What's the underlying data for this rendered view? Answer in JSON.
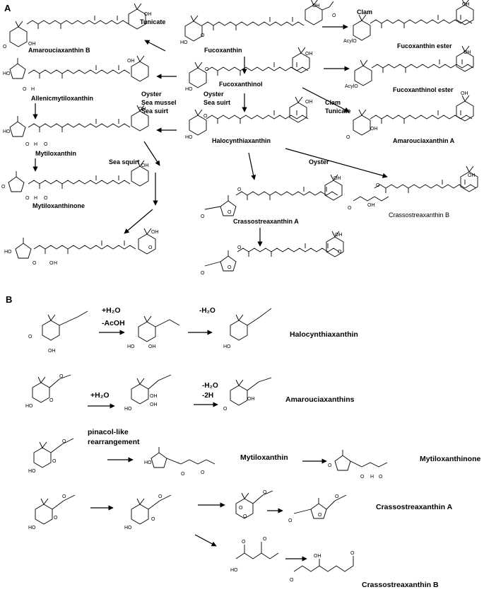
{
  "panels": {
    "a": "A",
    "b": "B"
  },
  "compounds": {
    "fucoxanthin": "Fucoxanthin",
    "fucoxanthinol": "Fucoxanthinol",
    "halocynthiaxanthin": "Halocynthiaxanthin",
    "amarouciaxanthin_b": "Amarouciaxanthin B",
    "amarouciaxanthin_a": "Amarouciaxanthin A",
    "allenicmytiloxanthin": "Allenicmytiloxanthin",
    "mytiloxanthin": "Mytiloxanthin",
    "mytiloxanthinone": "Mytiloxanthinone",
    "fucoxanthin_ester": "Fucoxanthin ester",
    "fucoxanthinol_ester": "Fucoxanthinol ester",
    "crassostreaxanthin_a": "Crassostreaxanthin A",
    "crassostreaxanthin_b": "Crassostreaxanthin B"
  },
  "organisms": {
    "tunicate": "Tunicate",
    "clam": "Clam",
    "oyster_mussel_squirt": [
      "Oyster",
      "Sea mussel",
      "Sea suirt"
    ],
    "oyster_squirt": [
      "Oyster",
      "Sea suirt"
    ],
    "clam_tunicate": [
      "Clam",
      "Tunicate"
    ],
    "sea_squirt": "Sea squirt",
    "oyster": "Oyster"
  },
  "panel_b": {
    "conditions_row1": [
      "+H₂O",
      "-AcOH"
    ],
    "step_row1": "-H₂O",
    "product_row1": "Halocynthiaxanthin",
    "condition_row2": "+H₂O",
    "step_row2": [
      "-H₂O",
      "-2H"
    ],
    "product_row2": "Amarouciaxanthins",
    "rearrangement": [
      "pinacol-like",
      "rearrangement"
    ],
    "product_row3a": "Mytiloxanthin",
    "product_row3b": "Mytiloxanthinone",
    "product_row4a": "Crassostreaxanthin A",
    "product_row4b": "Crassostreaxanthin B"
  },
  "atoms": {
    "O": "O",
    "OH": "OH",
    "HO": "HO",
    "H": "H",
    "AcylO": "AcylO"
  }
}
